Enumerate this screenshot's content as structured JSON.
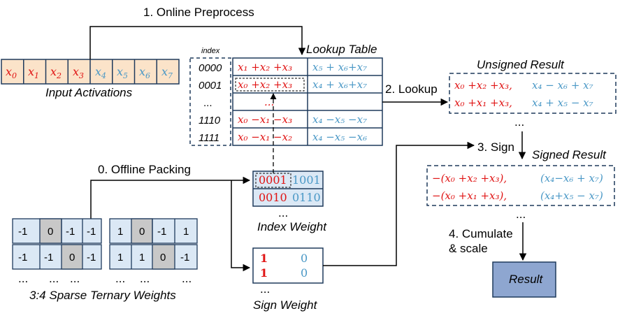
{
  "labels": {
    "online_preprocess": "1. Online Preprocess",
    "lookup_table": "Lookup Table",
    "index": "index",
    "input_activations": "Input Activations",
    "lookup": "2. Lookup",
    "unsigned_result": "Unsigned Result",
    "sign": "3. Sign",
    "signed_result": "Signed Result",
    "offline_packing": "0. Offline Packing",
    "index_weight": "Index Weight",
    "sign_weight": "Sign Weight",
    "cumulate_1": "4. Cumulate",
    "cumulate_2": "& scale",
    "result": "Result",
    "sparse_weights": "3:4 Sparse Ternary Weights",
    "ellipsis": "..."
  },
  "activations": [
    {
      "text": "x",
      "sub": "0",
      "group": "red"
    },
    {
      "text": "x",
      "sub": "1",
      "group": "red"
    },
    {
      "text": "x",
      "sub": "2",
      "group": "red"
    },
    {
      "text": "x",
      "sub": "3",
      "group": "red"
    },
    {
      "text": "x",
      "sub": "4",
      "group": "blue"
    },
    {
      "text": "x",
      "sub": "5",
      "group": "blue"
    },
    {
      "text": "x",
      "sub": "6",
      "group": "blue"
    },
    {
      "text": "x",
      "sub": "7",
      "group": "blue"
    }
  ],
  "lookup_rows": [
    {
      "index": "0000",
      "red": "x₁ +x₂ +x₃",
      "blue": "x₅ + x₆+x₇"
    },
    {
      "index": "0001",
      "red": "x₀ +x₂ +x₃",
      "blue": "x₄ + x₆+x₇"
    },
    {
      "index": "...",
      "red": "...",
      "blue": ""
    },
    {
      "index": "1110",
      "red": "x₀ −x₁ −x₃",
      "blue": "x₄ −x₅ −x₇"
    },
    {
      "index": "1111",
      "red": "x₀ −x₁ −x₂",
      "blue": "x₄ −x₅ −x₆"
    }
  ],
  "unsigned_rows": [
    {
      "red": "x₀ +x₂ +x₃,",
      "blue": "x₄ − x₆ + x₇"
    },
    {
      "red": "x₀ +x₁ +x₃,",
      "blue": "x₄ + x₅ − x₇"
    }
  ],
  "signed_rows": [
    {
      "red": "−(x₀ +x₂ +x₃),",
      "blue": "(x₄−x₆ + x₇)"
    },
    {
      "red": "−(x₀ +x₁ +x₃),",
      "blue": "(x₄+x₅ − x₇)"
    }
  ],
  "index_weight_rows": [
    {
      "red": "0001",
      "blue": "1001"
    },
    {
      "red": "0010",
      "blue": "0110"
    }
  ],
  "sign_weight_rows": [
    {
      "red": "1",
      "blue": "0"
    },
    {
      "red": "1",
      "blue": "0"
    }
  ],
  "sparse_rows": [
    [
      "-1",
      "0",
      "-1",
      "-1",
      "1",
      "0",
      "-1",
      "1"
    ],
    [
      "-1",
      "-1",
      "0",
      "-1",
      "1",
      "1",
      "0",
      "-1"
    ]
  ],
  "colors": {
    "red": "#e01414",
    "blue": "#4a98c6",
    "activation_fill": "#fbe3c9",
    "weight_fill": "#dbe8f5",
    "zero_fill": "#c8c8c8",
    "result_fill": "#8ea6d0",
    "box_stroke": "#1f3a5c"
  }
}
